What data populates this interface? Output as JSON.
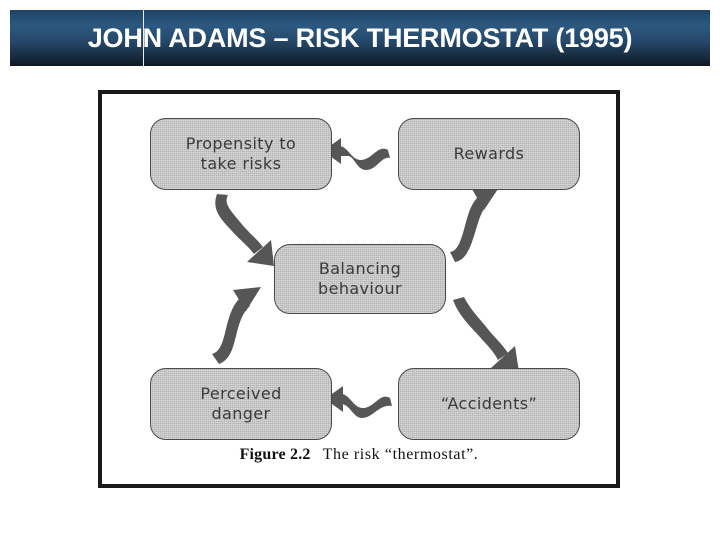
{
  "slide": {
    "title": "JOHN ADAMS – RISK THERMOSTAT (1995)",
    "banner_gradient_top": "#2c5880",
    "banner_gradient_bottom": "#0d1924",
    "background": "#ffffff"
  },
  "figure": {
    "frame_color": "#1a1a1a",
    "node_fill": "#b4b4b4",
    "node_border": "#4a4a4a",
    "node_text_color": "#3a3a3a",
    "arrow_color": "#565656",
    "caption_label": "Figure 2.2",
    "caption_text": "The risk “thermostat”.",
    "nodes": [
      {
        "id": "propensity",
        "label": "Propensity to\ntake risks"
      },
      {
        "id": "rewards",
        "label": "Rewards"
      },
      {
        "id": "balancing",
        "label": "Balancing\nbehaviour"
      },
      {
        "id": "perceived",
        "label": "Perceived\ndanger"
      },
      {
        "id": "accidents",
        "label": "“Accidents”"
      }
    ],
    "arrows": [
      {
        "id": "rewards-to-propensity",
        "from": "rewards",
        "to": "propensity",
        "style": "wavy",
        "direction": "left"
      },
      {
        "id": "propensity-to-balancing",
        "from": "propensity",
        "to": "balancing",
        "style": "curved",
        "direction": "down-right"
      },
      {
        "id": "balancing-to-rewards",
        "from": "balancing",
        "to": "rewards",
        "style": "curved",
        "direction": "up-right"
      },
      {
        "id": "perceived-to-balancing",
        "from": "perceived",
        "to": "balancing",
        "style": "curved",
        "direction": "up-right"
      },
      {
        "id": "balancing-to-accidents",
        "from": "balancing",
        "to": "accidents",
        "style": "curved",
        "direction": "down-right"
      },
      {
        "id": "accidents-to-perceived",
        "from": "accidents",
        "to": "perceived",
        "style": "wavy",
        "direction": "left"
      }
    ]
  }
}
